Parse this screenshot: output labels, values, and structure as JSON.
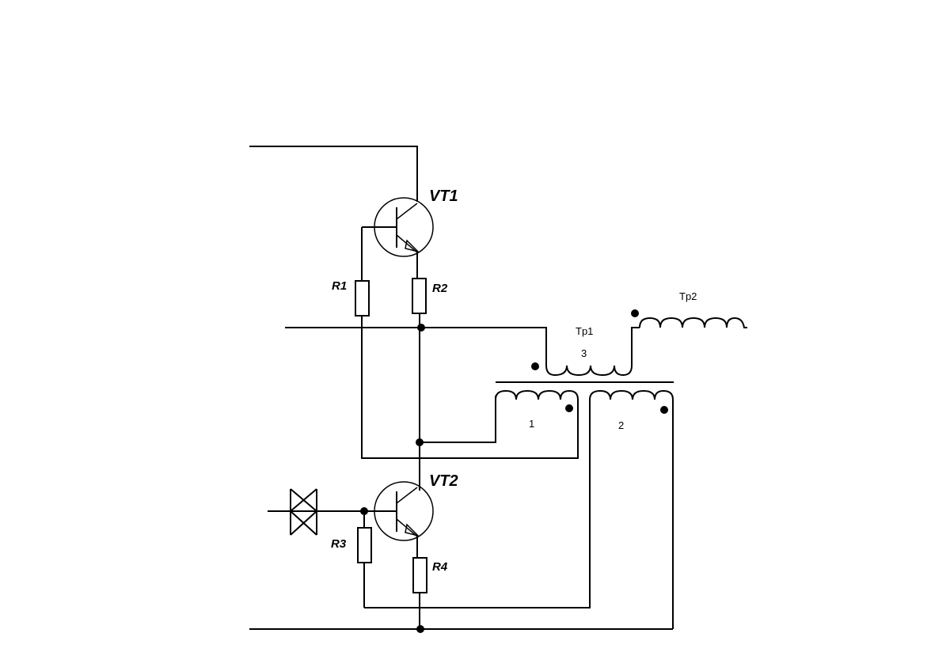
{
  "components": {
    "transistors": [
      {
        "id": "vt1",
        "label": "VT1"
      },
      {
        "id": "vt2",
        "label": "VT2"
      }
    ],
    "resistors": [
      {
        "id": "r1",
        "label": "R1"
      },
      {
        "id": "r2",
        "label": "R2"
      },
      {
        "id": "r3",
        "label": "R3"
      },
      {
        "id": "r4",
        "label": "R4"
      }
    ],
    "transformers": {
      "tp1": {
        "label": "Tp1",
        "windings": [
          "1",
          "2",
          "3"
        ]
      },
      "tp2": {
        "label": "Tp2"
      }
    },
    "diode": {
      "type": "bidirectional"
    }
  }
}
